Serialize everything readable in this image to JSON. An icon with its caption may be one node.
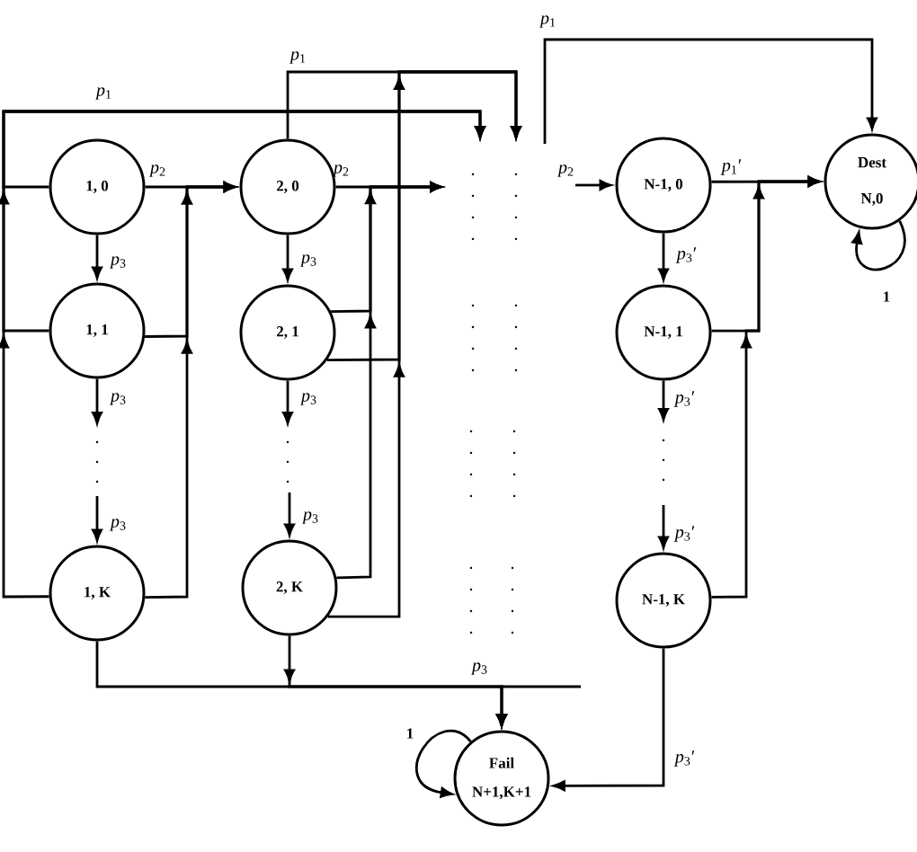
{
  "diagram": {
    "nodes": [
      {
        "text": [
          "1, 0"
        ]
      },
      {
        "text": [
          "2, 0"
        ]
      },
      {
        "text": [
          "N-1, 0"
        ]
      },
      {
        "text": [
          "Dest",
          "N,0"
        ]
      },
      {
        "text": [
          "1, 1"
        ]
      },
      {
        "text": [
          "2, 1"
        ]
      },
      {
        "text": [
          "N-1, 1"
        ]
      },
      {
        "text": [
          "1, K"
        ]
      },
      {
        "text": [
          "2, K"
        ]
      },
      {
        "text": [
          "N-1, K"
        ]
      },
      {
        "text": [
          "Fail",
          "N+1,K+1"
        ]
      }
    ],
    "edges": [
      {
        "from": 0,
        "to": 1,
        "arrow": "to",
        "label": "*p*$_{2}$"
      },
      {
        "from": 4,
        "to": 1,
        "arrow": "to"
      },
      {
        "from": 7,
        "to": 1,
        "arrow": "to"
      },
      {
        "from": 0,
        "to": null,
        "arrow": "to",
        "label": "*p*$_{1}$"
      },
      {
        "from": 4,
        "to": null,
        "arrow": "to"
      },
      {
        "from": 7,
        "to": null,
        "arrow": "to"
      },
      {
        "from": 0,
        "to": 4,
        "arrow": "to",
        "label": "*p*$_{3}$"
      },
      {
        "from": 4,
        "to": null,
        "arrow": "to",
        "label": "*p*$_{3}$"
      },
      {
        "from": null,
        "to": 7,
        "arrow": "to",
        "label": "*p*$_{3}$"
      },
      {
        "from": 7,
        "to": 10,
        "arrow": "to",
        "label": "*p*$_{3}$"
      },
      {
        "from": 1,
        "to": null,
        "arrow": "to",
        "label": "*p*$_{2}$"
      },
      {
        "from": 5,
        "to": null,
        "arrow": "to"
      },
      {
        "from": 8,
        "to": null,
        "arrow": "to"
      },
      {
        "from": 1,
        "to": null,
        "arrow": "to",
        "label": "*p*$_{1}$"
      },
      {
        "from": 5,
        "to": null,
        "arrow": "to"
      },
      {
        "from": 8,
        "to": null,
        "arrow": "to"
      },
      {
        "from": 1,
        "to": 5,
        "arrow": "to",
        "label": "*p*$_{3}$"
      },
      {
        "from": 5,
        "to": null,
        "arrow": "to",
        "label": "*p*$_{3}$"
      },
      {
        "from": null,
        "to": 8,
        "arrow": "to",
        "label": "*p*$_{3}$"
      },
      {
        "from": 8,
        "to": 10,
        "arrow": "to"
      },
      {
        "from": null,
        "to": 10,
        "arrow": "to"
      },
      {
        "from": null,
        "to": 2,
        "arrow": "to",
        "label": "*p*$_{2}$"
      },
      {
        "from": 2,
        "to": 3,
        "arrow": "to",
        "label": "*p*$_{1}$′"
      },
      {
        "from": 6,
        "to": 3,
        "arrow": "to"
      },
      {
        "from": 9,
        "to": 3,
        "arrow": "to"
      },
      {
        "from": null,
        "to": 3,
        "arrow": "to",
        "label": "*p*$_{1}$"
      },
      {
        "from": 2,
        "to": 6,
        "arrow": "to",
        "label": "*p*$_{3}$′"
      },
      {
        "from": 6,
        "to": null,
        "arrow": "to",
        "label": "*p*$_{3}$′"
      },
      {
        "from": null,
        "to": 9,
        "arrow": "to",
        "label": "*p*$_{3}$′"
      },
      {
        "from": 9,
        "to": 10,
        "arrow": "to",
        "label": "*p*$_{3}$′"
      },
      {
        "from": 3,
        "to": 3,
        "arrow": "to",
        "label": "1"
      },
      {
        "from": 10,
        "to": 10,
        "arrow": "to",
        "label": "1"
      }
    ]
  }
}
